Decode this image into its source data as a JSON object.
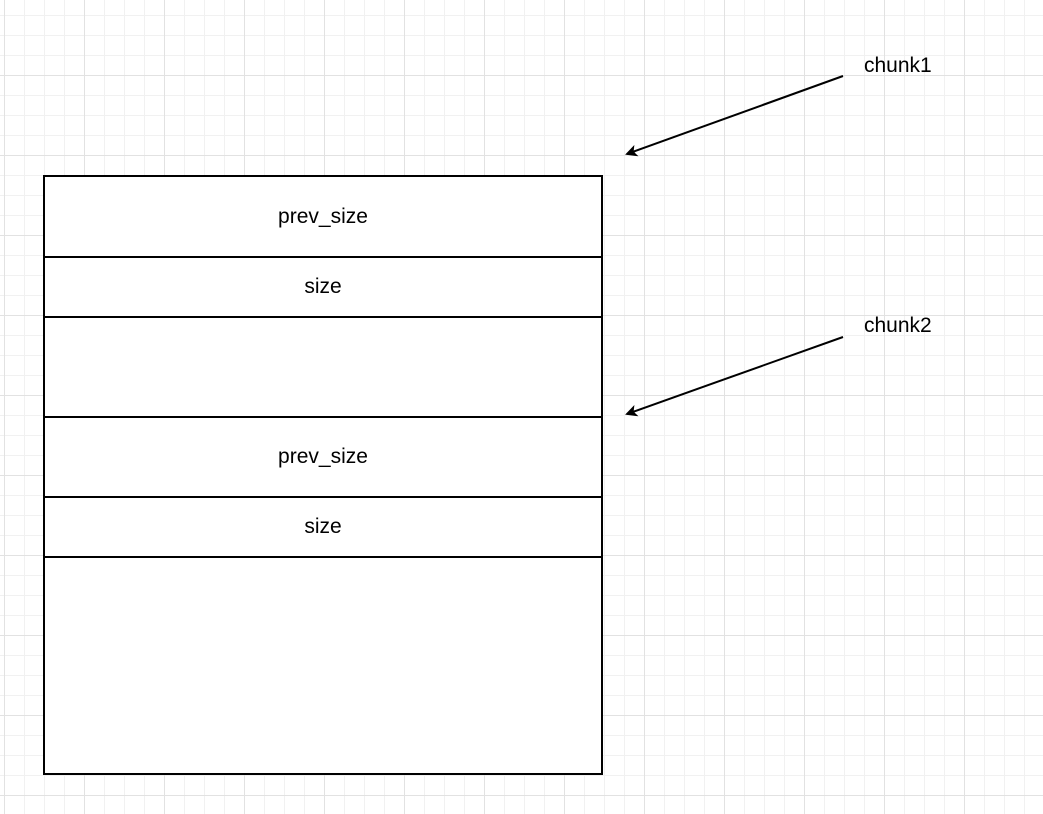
{
  "diagram": {
    "fields": [
      {
        "label": "prev_size"
      },
      {
        "label": "size"
      },
      {
        "label": ""
      },
      {
        "label": "prev_size"
      },
      {
        "label": "size"
      },
      {
        "label": ""
      }
    ],
    "pointers": [
      {
        "label": "chunk1"
      },
      {
        "label": "chunk2"
      }
    ]
  },
  "colors": {
    "stroke": "#000000",
    "grid_major": "#e2e2e2",
    "grid_minor": "#f1f1f1",
    "background": "#ffffff"
  }
}
